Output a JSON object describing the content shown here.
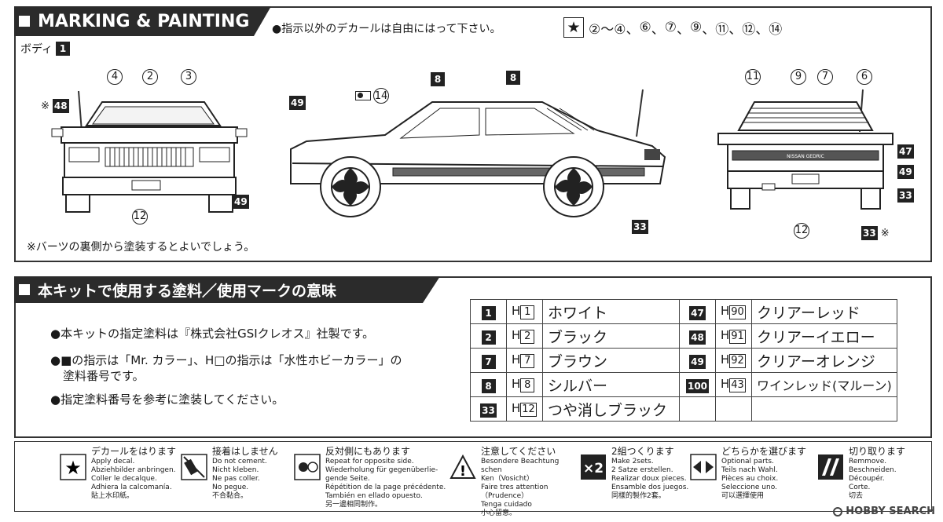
{
  "marking": {
    "title": "MARKING & PAINTING",
    "note": "●指示以外のデカールは自由にはって下さい。",
    "decal_numbers": [
      "②～④",
      "⑥",
      "⑦",
      "⑨",
      "⑪",
      "⑫",
      "⑭"
    ],
    "body_label": "ボディ",
    "body_code": "1",
    "footnote": "※バーツの裏側から塗装するとよいでしょう。",
    "front": {
      "star_note": "※",
      "c4": "4",
      "c2": "2",
      "c3": "3",
      "c12": "12",
      "b48": "48",
      "b49": "49"
    },
    "side": {
      "b49": "49",
      "c14": "14",
      "b8a": "8",
      "b8b": "8",
      "b33": "33"
    },
    "rear": {
      "c11": "11",
      "c9": "9",
      "c7": "7",
      "c6": "6",
      "c12": "12",
      "b47": "47",
      "b49": "49",
      "b33a": "33",
      "b33b": "33",
      "star_note": "※",
      "plate_text": "NISSAN GEDRIC"
    }
  },
  "paints": {
    "title": "本キットで使用する塗料／使用マークの意味",
    "bullets": [
      "●本キットの指定塗料は『株式会社GSIクレオス』社製です。",
      "●■の指示は「Mr. カラー」、H□の指示は「水性ホビーカラー」の",
      "塗料番号です。",
      "●指定塗料番号を参考に塗装してください。"
    ],
    "left_col": [
      {
        "num": "1",
        "h": "1",
        "name": "ホワイト"
      },
      {
        "num": "2",
        "h": "2",
        "name": "ブラック"
      },
      {
        "num": "7",
        "h": "7",
        "name": "ブラウン"
      },
      {
        "num": "8",
        "h": "8",
        "name": "シルバー"
      },
      {
        "num": "33",
        "h": "12",
        "name": "つや消しブラック"
      }
    ],
    "right_col": [
      {
        "num": "47",
        "h": "90",
        "name": "クリアーレッド"
      },
      {
        "num": "48",
        "h": "91",
        "name": "クリアーイエロー"
      },
      {
        "num": "49",
        "h": "92",
        "name": "クリアーオレンジ"
      },
      {
        "num": "100",
        "h": "43",
        "name": "ワインレッド(マルーン)"
      }
    ]
  },
  "legend": [
    {
      "icon": "star-decal-icon",
      "title": "デカールをはります",
      "lines": [
        "Apply decal.",
        "Abziehbilder anbringen.",
        "Coller le decalque.",
        "Adhiera la calcomanía.",
        "貼上水印紙。"
      ]
    },
    {
      "icon": "no-cement-icon",
      "title": "接着はしません",
      "lines": [
        "Do not cement.",
        "Nicht kleben.",
        "Ne pas coller.",
        "No pegue.",
        "不合黏合。"
      ]
    },
    {
      "icon": "opposite-side-icon",
      "title": "反対側にもあります",
      "lines": [
        "Repeat for opposite side.",
        "Wiederholung für gegenüberlie-gende Seite.",
        "Répétition de la page précédente.",
        "También en ellado opuesto.",
        "另一邊相同制作。"
      ]
    },
    {
      "icon": "caution-icon",
      "title": "注意してください",
      "lines": [
        "Besondere Beachtung schen",
        "Ken（Vosicht）",
        "Faire tres attention（Prudence）",
        "Tenga cuidado",
        "小心留意。"
      ]
    },
    {
      "icon": "make-two-icon",
      "title": "2組つくります",
      "lines": [
        "Make 2sets.",
        "2 Satze erstellen.",
        "Realizar doux pieces.",
        "Ensamble dos juegos.",
        "同樣的製作2套。"
      ]
    },
    {
      "icon": "optional-parts-icon",
      "title": "どちらかを選びます",
      "lines": [
        "Optional parts.",
        "Teils nach Wahl.",
        "Pièces au choix.",
        "Seleccione uno.",
        "可以選擇使用"
      ]
    },
    {
      "icon": "cut-icon",
      "title": "切り取ります",
      "lines": [
        "Remmove.",
        "Beschneiden.",
        "Découpér.",
        "Corte.",
        "切去"
      ]
    }
  ],
  "watermark": "HOBBY SEARCH",
  "labels": {
    "h_prefix": "H"
  }
}
